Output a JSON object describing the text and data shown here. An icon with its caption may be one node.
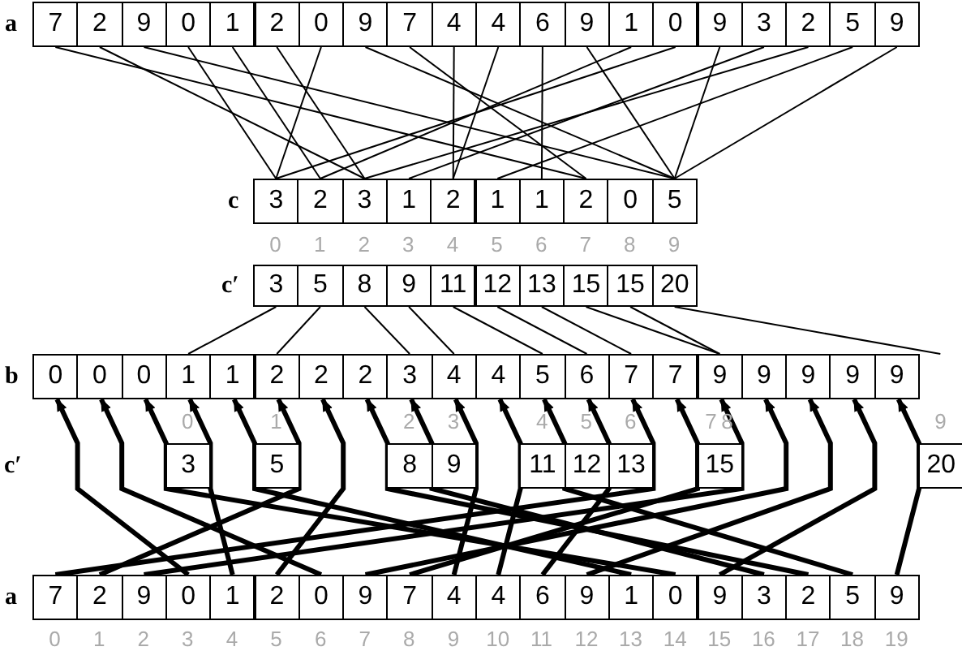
{
  "diagram": {
    "nodes": [
      {
        "text": [
          "7"
        ]
      },
      {
        "text": [
          "2"
        ]
      },
      {
        "text": [
          "9"
        ]
      },
      {
        "text": [
          "0"
        ]
      },
      {
        "text": [
          "1"
        ]
      },
      {
        "text": [
          "2"
        ]
      },
      {
        "text": [
          "0"
        ]
      },
      {
        "text": [
          "9"
        ]
      },
      {
        "text": [
          "7"
        ]
      },
      {
        "text": [
          "4"
        ]
      },
      {
        "text": [
          "4"
        ]
      },
      {
        "text": [
          "6"
        ]
      },
      {
        "text": [
          "9"
        ]
      },
      {
        "text": [
          "1"
        ]
      },
      {
        "text": [
          "0"
        ]
      },
      {
        "text": [
          "9"
        ]
      },
      {
        "text": [
          "3"
        ]
      },
      {
        "text": [
          "2"
        ]
      },
      {
        "text": [
          "5"
        ]
      },
      {
        "text": [
          "9"
        ]
      },
      {
        "text": [
          "3"
        ]
      },
      {
        "text": [
          "2"
        ]
      },
      {
        "text": [
          "3"
        ]
      },
      {
        "text": [
          "1"
        ]
      },
      {
        "text": [
          "2"
        ]
      },
      {
        "text": [
          "1"
        ]
      },
      {
        "text": [
          "1"
        ]
      },
      {
        "text": [
          "2"
        ]
      },
      {
        "text": [
          "0"
        ]
      },
      {
        "text": [
          "5"
        ]
      },
      {
        "text": [
          "3"
        ]
      },
      {
        "text": [
          "5"
        ]
      },
      {
        "text": [
          "8"
        ]
      },
      {
        "text": [
          "9"
        ]
      },
      {
        "text": [
          "11"
        ]
      },
      {
        "text": [
          "12"
        ]
      },
      {
        "text": [
          "13"
        ]
      },
      {
        "text": [
          "15"
        ]
      },
      {
        "text": [
          "15"
        ]
      },
      {
        "text": [
          "20"
        ]
      },
      {
        "text": [
          "0"
        ]
      },
      {
        "text": [
          "0"
        ]
      },
      {
        "text": [
          "0"
        ]
      },
      {
        "text": [
          "1"
        ]
      },
      {
        "text": [
          "1"
        ]
      },
      {
        "text": [
          "2"
        ]
      },
      {
        "text": [
          "2"
        ]
      },
      {
        "text": [
          "2"
        ]
      },
      {
        "text": [
          "3"
        ]
      },
      {
        "text": [
          "4"
        ]
      },
      {
        "text": [
          "4"
        ]
      },
      {
        "text": [
          "5"
        ]
      },
      {
        "text": [
          "6"
        ]
      },
      {
        "text": [
          "7"
        ]
      },
      {
        "text": [
          "7"
        ]
      },
      {
        "text": [
          "9"
        ]
      },
      {
        "text": [
          "9"
        ]
      },
      {
        "text": [
          "9"
        ]
      },
      {
        "text": [
          "9"
        ]
      },
      {
        "text": [
          "9"
        ]
      },
      {
        "text": [
          "3"
        ]
      },
      {
        "text": [
          "5"
        ]
      },
      {
        "text": [
          "8"
        ]
      },
      {
        "text": [
          "9"
        ]
      },
      {
        "text": [
          "11"
        ]
      },
      {
        "text": [
          "12"
        ]
      },
      {
        "text": [
          "13"
        ]
      },
      {
        "text": [
          "15"
        ]
      },
      {
        "text": [
          "20"
        ]
      },
      {
        "text": [
          "7"
        ]
      },
      {
        "text": [
          "2"
        ]
      },
      {
        "text": [
          "9"
        ]
      },
      {
        "text": [
          "0"
        ]
      },
      {
        "text": [
          "1"
        ]
      },
      {
        "text": [
          "2"
        ]
      },
      {
        "text": [
          "0"
        ]
      },
      {
        "text": [
          "9"
        ]
      },
      {
        "text": [
          "7"
        ]
      },
      {
        "text": [
          "4"
        ]
      },
      {
        "text": [
          "4"
        ]
      },
      {
        "text": [
          "6"
        ]
      },
      {
        "text": [
          "9"
        ]
      },
      {
        "text": [
          "1"
        ]
      },
      {
        "text": [
          "0"
        ]
      },
      {
        "text": [
          "9"
        ]
      },
      {
        "text": [
          "3"
        ]
      },
      {
        "text": [
          "2"
        ]
      },
      {
        "text": [
          "5"
        ]
      },
      {
        "text": [
          "9"
        ]
      }
    ],
    "edges": [
      {
        "from": 0,
        "to": 27,
        "arrow": "none"
      },
      {
        "from": 1,
        "to": 22,
        "arrow": "none"
      },
      {
        "from": 2,
        "to": 29,
        "arrow": "none"
      },
      {
        "from": 3,
        "to": 20,
        "arrow": "none"
      },
      {
        "from": 4,
        "to": 21,
        "arrow": "none"
      },
      {
        "from": 5,
        "to": 22,
        "arrow": "none"
      },
      {
        "from": 6,
        "to": 20,
        "arrow": "none"
      },
      {
        "from": 7,
        "to": 29,
        "arrow": "none"
      },
      {
        "from": 8,
        "to": 27,
        "arrow": "none"
      },
      {
        "from": 9,
        "to": 24,
        "arrow": "none"
      },
      {
        "from": 10,
        "to": 24,
        "arrow": "none"
      },
      {
        "from": 11,
        "to": 26,
        "arrow": "none"
      },
      {
        "from": 12,
        "to": 29,
        "arrow": "none"
      },
      {
        "from": 13,
        "to": 21,
        "arrow": "none"
      },
      {
        "from": 14,
        "to": 20,
        "arrow": "none"
      },
      {
        "from": 15,
        "to": 29,
        "arrow": "none"
      },
      {
        "from": 16,
        "to": 23,
        "arrow": "none"
      },
      {
        "from": 17,
        "to": 22,
        "arrow": "none"
      },
      {
        "from": 18,
        "to": 25,
        "arrow": "none"
      },
      {
        "from": 19,
        "to": 29,
        "arrow": "none"
      },
      {
        "from": 30,
        "to": 43,
        "arrow": "none"
      },
      {
        "from": 31,
        "to": 45,
        "arrow": "none"
      },
      {
        "from": 32,
        "to": 48,
        "arrow": "none"
      },
      {
        "from": 33,
        "to": 49,
        "arrow": "none"
      },
      {
        "from": 34,
        "to": 51,
        "arrow": "none"
      },
      {
        "from": 35,
        "to": 52,
        "arrow": "none"
      },
      {
        "from": 36,
        "to": 53,
        "arrow": "none"
      },
      {
        "from": 37,
        "to": 55,
        "arrow": "none"
      },
      {
        "from": 38,
        "to": 55,
        "arrow": "none"
      },
      {
        "from": 39,
        "to": null,
        "arrow": "none"
      },
      {
        "from": 69,
        "to": 53,
        "arrow": "to",
        "style": "thick"
      },
      {
        "from": 70,
        "to": 45,
        "arrow": "to",
        "style": "thick"
      },
      {
        "from": 71,
        "to": 55,
        "arrow": "to",
        "style": "thick"
      },
      {
        "from": 72,
        "to": 40,
        "arrow": "to",
        "style": "thick"
      },
      {
        "from": 73,
        "to": 43,
        "arrow": "to",
        "style": "thick"
      },
      {
        "from": 74,
        "to": 46,
        "arrow": "to",
        "style": "thick"
      },
      {
        "from": 75,
        "to": 41,
        "arrow": "to",
        "style": "thick"
      },
      {
        "from": 76,
        "to": 56,
        "arrow": "to",
        "style": "thick"
      },
      {
        "from": 77,
        "to": 54,
        "arrow": "to",
        "style": "thick"
      },
      {
        "from": 78,
        "to": 49,
        "arrow": "to",
        "style": "thick"
      },
      {
        "from": 79,
        "to": 50,
        "arrow": "to",
        "style": "thick"
      },
      {
        "from": 80,
        "to": 52,
        "arrow": "to",
        "style": "thick"
      },
      {
        "from": 81,
        "to": 57,
        "arrow": "to",
        "style": "thick"
      },
      {
        "from": 82,
        "to": 44,
        "arrow": "to",
        "style": "thick"
      },
      {
        "from": 83,
        "to": 42,
        "arrow": "to",
        "style": "thick"
      },
      {
        "from": 84,
        "to": 58,
        "arrow": "to",
        "style": "thick"
      },
      {
        "from": 85,
        "to": 48,
        "arrow": "to",
        "style": "thick"
      },
      {
        "from": 86,
        "to": 47,
        "arrow": "to",
        "style": "thick"
      },
      {
        "from": 87,
        "to": 51,
        "arrow": "to",
        "style": "thick"
      },
      {
        "from": 88,
        "to": 59,
        "arrow": "to",
        "style": "thick"
      }
    ],
    "labels": [
      "a",
      "c",
      "0",
      "1",
      "2",
      "3",
      "4",
      "5",
      "6",
      "7",
      "8",
      "9",
      "c′",
      "b",
      "0",
      "1",
      "2",
      "3",
      "4",
      "5",
      "6",
      "7",
      "8",
      "9",
      "c′",
      "a",
      "0",
      "1",
      "2",
      "3",
      "4",
      "5",
      "6",
      "7",
      "8",
      "9",
      "10",
      "11",
      "12",
      "13",
      "14",
      "15",
      "16",
      "17",
      "18",
      "19"
    ]
  }
}
